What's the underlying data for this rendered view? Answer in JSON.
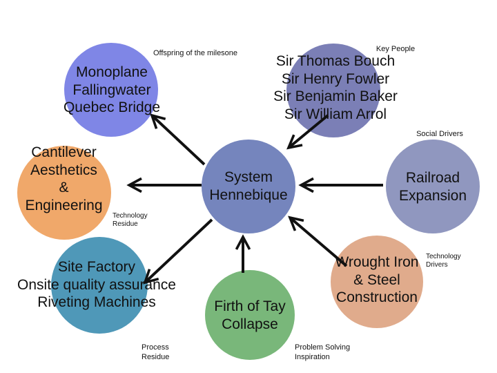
{
  "colors": {
    "offspring": "#7f86e6",
    "key_people": "#7b7fb6",
    "cantilever": "#f0a86a",
    "system": "#7585bd",
    "railroad": "#9097bf",
    "site_factory": "#4f98b8",
    "firth": "#79b77a",
    "wrought_iron": "#e0ab8c",
    "arrow": "#111111"
  },
  "nodes": {
    "offspring": {
      "lines": [
        "Monoplane",
        "Fallingwater",
        "Quebec Bridge"
      ]
    },
    "key_people": {
      "lines": [
        "Sir Thomas Bouch",
        "Sir Henry Fowler",
        "Sir Benjamin Baker",
        "Sir William Arrol"
      ]
    },
    "cantilever": {
      "lines": [
        "Cantilever",
        "Aesthetics",
        "&",
        "Engineering"
      ]
    },
    "system": {
      "lines": [
        "System",
        "Hennebique"
      ]
    },
    "railroad": {
      "lines": [
        "Railroad",
        "Expansion"
      ]
    },
    "site_factory": {
      "lines": [
        "Site Factory",
        "Onsite quality assurance",
        "Riveting Machines"
      ]
    },
    "firth": {
      "lines": [
        "Firth of Tay",
        "Collapse"
      ]
    },
    "wrought_iron": {
      "lines": [
        "Wrought Iron",
        "& Steel",
        "Construction"
      ]
    }
  },
  "labels": {
    "offspring": "Offspring of the milesone",
    "key_people": "Key People",
    "social_drivers": "Social Drivers",
    "technology_residue": [
      "Technology",
      "Residue"
    ],
    "technology_drivers": [
      "Technology",
      "Drivers"
    ],
    "process_residue": [
      "Process",
      "Residue"
    ],
    "problem_solving": [
      "Problem Solving",
      "Inspiration"
    ]
  }
}
